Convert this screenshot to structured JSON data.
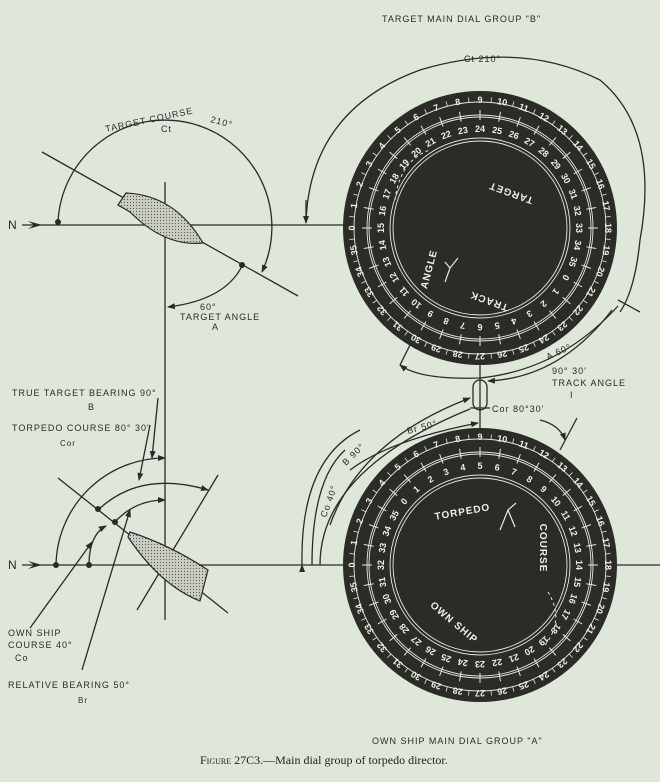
{
  "titles": {
    "top_group": "TARGET MAIN DIAL GROUP \"B\"",
    "bottom_group": "OWN SHIP MAIN DIAL GROUP \"A\"",
    "caption_prefix": "Figure 27C3.",
    "caption_text": "—Main dial group of torpedo director."
  },
  "top_diagram": {
    "north": "N",
    "target_course": "TARGET COURSE",
    "target_course_value": "210°",
    "target_course_symbol": "Ct",
    "target_angle_value": "60°",
    "target_angle": "TARGET ANGLE",
    "target_angle_symbol": "A"
  },
  "bottom_diagram": {
    "north": "N",
    "true_target_bearing": "TRUE TARGET BEARING 90°",
    "true_target_bearing_symbol": "B",
    "torpedo_course": "TORPEDO COURSE 80° 30'",
    "torpedo_course_symbol": "Cor",
    "own_ship_line1": "OWN SHIP",
    "own_ship_line2": "COURSE 40°",
    "own_ship_symbol": "Co",
    "relative_bearing": "RELATIVE BEARING 50°",
    "relative_bearing_symbol": "Br"
  },
  "connectors": {
    "ct": "Ct 210°",
    "a": "A 60°",
    "track_value": "90° 30'",
    "track_angle": "TRACK ANGLE",
    "track_symbol": "I",
    "cor": "Cor 80°30'",
    "br": "Br 50°",
    "b": "B 90°",
    "co": "Co 40°"
  },
  "dials": {
    "top": {
      "words": [
        "TARGET",
        "TRACK",
        "ANGLE"
      ],
      "outer": [
        "0",
        "1",
        "2",
        "3",
        "4",
        "5",
        "6",
        "7",
        "8",
        "9",
        "10",
        "11",
        "12",
        "13",
        "14",
        "15",
        "16",
        "17",
        "18",
        "19",
        "20",
        "21",
        "22",
        "23",
        "24",
        "25",
        "26",
        "27",
        "28",
        "29",
        "30",
        "31",
        "32",
        "33",
        "34",
        "35"
      ],
      "inner": [
        "15",
        "16",
        "17",
        "18",
        "19",
        "20",
        "21",
        "22",
        "23",
        "24",
        "25",
        "26",
        "27",
        "28",
        "29",
        "30",
        "31",
        "32",
        "33",
        "34",
        "35",
        "0",
        "1",
        "2",
        "3",
        "4",
        "5",
        "6",
        "7",
        "8",
        "9",
        "10",
        "11",
        "12",
        "13",
        "14"
      ]
    },
    "bottom": {
      "words": [
        "TORPEDO",
        "COURSE",
        "OWN SHIP"
      ],
      "outer": [
        "0",
        "1",
        "2",
        "3",
        "4",
        "5",
        "6",
        "7",
        "8",
        "9",
        "10",
        "11",
        "12",
        "13",
        "14",
        "15",
        "16",
        "17",
        "18",
        "19",
        "20",
        "21",
        "22",
        "23",
        "24",
        "25",
        "26",
        "27",
        "28",
        "29",
        "30",
        "31",
        "32",
        "33",
        "34",
        "35"
      ],
      "inner": [
        "32",
        "33",
        "34",
        "35",
        "0",
        "1",
        "2",
        "3",
        "4",
        "5",
        "6",
        "7",
        "8",
        "9",
        "10",
        "11",
        "12",
        "13",
        "14",
        "15",
        "16",
        "17",
        "18",
        "19",
        "20",
        "21",
        "22",
        "23",
        "24",
        "25",
        "26",
        "27",
        "28",
        "29",
        "30",
        "31"
      ]
    }
  }
}
